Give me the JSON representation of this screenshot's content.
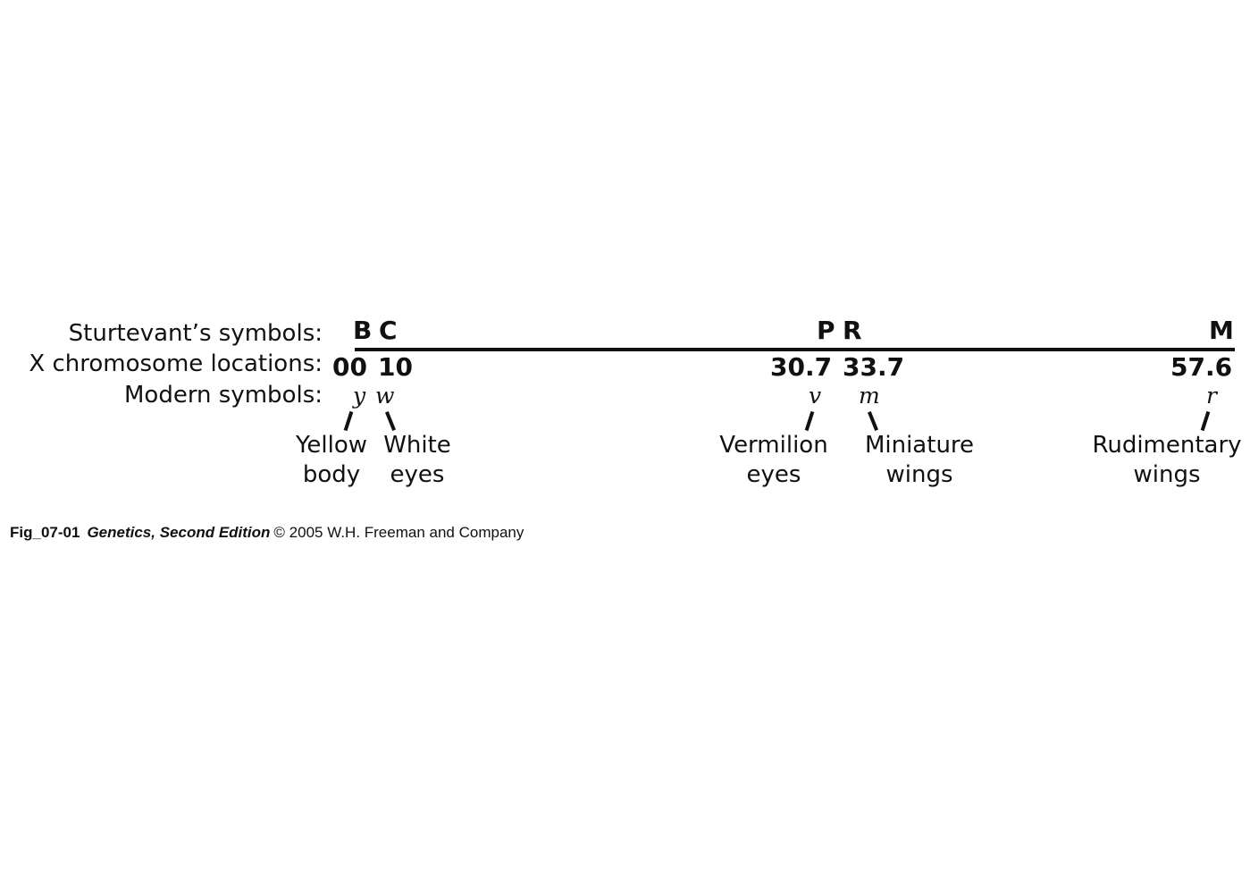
{
  "labels": {
    "sturtevant": "Sturtevant’s symbols:",
    "location": "X chromosome locations:",
    "modern": "Modern symbols:"
  },
  "genes": [
    {
      "sturtevant": "B",
      "location": "00",
      "modern": "y",
      "trait_line1": "Yellow",
      "trait_line2": "body"
    },
    {
      "sturtevant": "C",
      "location": "10",
      "modern": "w",
      "trait_line1": "White",
      "trait_line2": "eyes"
    },
    {
      "sturtevant": "P",
      "location": "30.7",
      "modern": "v",
      "trait_line1": "Vermilion",
      "trait_line2": "eyes"
    },
    {
      "sturtevant": "R",
      "location": "33.7",
      "modern": "m",
      "trait_line1": "Miniature",
      "trait_line2": "wings"
    },
    {
      "sturtevant": "M",
      "location": "57.6",
      "modern": "r",
      "trait_line1": "Rudimentary",
      "trait_line2": "wings"
    }
  ],
  "caption": {
    "fig": "Fig_07-01",
    "book": "Genetics, Second Edition",
    "rest": "© 2005 W.H. Freeman and Company"
  },
  "colors": {
    "ink": "#111111",
    "background": "#ffffff"
  }
}
